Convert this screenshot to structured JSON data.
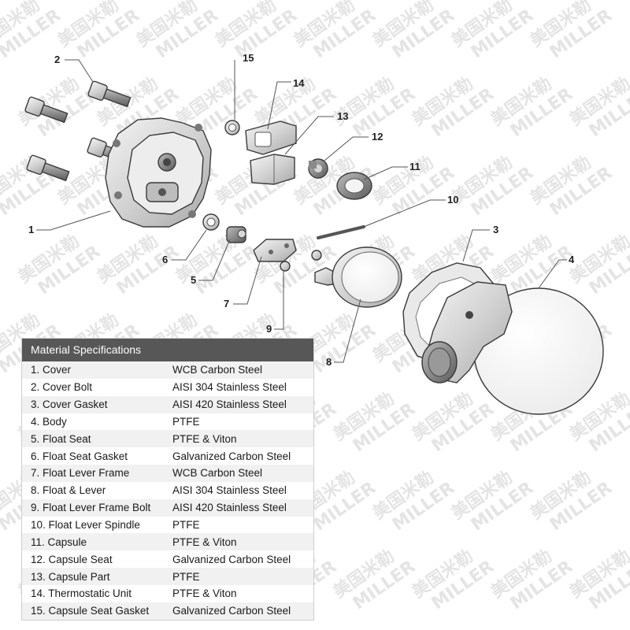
{
  "watermark": {
    "cn": "美国米勒",
    "en": "MILLER"
  },
  "callouts": [
    "1",
    "2",
    "3",
    "4",
    "5",
    "6",
    "7",
    "8",
    "9",
    "10",
    "11",
    "12",
    "13",
    "14",
    "15"
  ],
  "spec": {
    "title": "Material Specifications",
    "rows": [
      {
        "part": "1. Cover",
        "material": "WCB Carbon Steel"
      },
      {
        "part": "2. Cover Bolt",
        "material": "AISI 304 Stainless Steel"
      },
      {
        "part": "3. Cover Gasket",
        "material": "AISI 420 Stainless Steel"
      },
      {
        "part": "4. Body",
        "material": "PTFE"
      },
      {
        "part": "5. Float Seat",
        "material": "PTFE & Viton"
      },
      {
        "part": "6. Float Seat Gasket",
        "material": "Galvanized Carbon Steel"
      },
      {
        "part": "7. Float Lever Frame",
        "material": "WCB Carbon Steel"
      },
      {
        "part": "8. Float & Lever",
        "material": "AISI 304 Stainless Steel"
      },
      {
        "part": "9. Float Lever Frame Bolt",
        "material": "AISI 420 Stainless Steel"
      },
      {
        "part": "10. Float Lever Spindle",
        "material": "PTFE"
      },
      {
        "part": "11. Capsule",
        "material": "PTFE & Viton"
      },
      {
        "part": "12. Capsule Seat",
        "material": "Galvanized Carbon Steel"
      },
      {
        "part": "13. Capsule Part",
        "material": "PTFE"
      },
      {
        "part": "14. Thermostatic Unit",
        "material": "PTFE & Viton"
      },
      {
        "part": "15. Capsule Seat Gasket",
        "material": "Galvanized Carbon Steel"
      }
    ]
  }
}
